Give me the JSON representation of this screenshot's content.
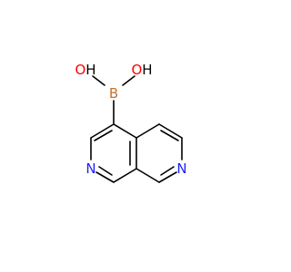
{
  "molecule": {
    "atoms": {
      "oh_left": "OH",
      "oh_right": "OH",
      "boron": "B",
      "n_left": "N",
      "n_right": "N"
    },
    "colors": {
      "bond": "#000000",
      "oxygen": "#ff0000",
      "hydrogen": "#000000",
      "boron": "#c4732f",
      "nitrogen": "#2020ff"
    }
  }
}
